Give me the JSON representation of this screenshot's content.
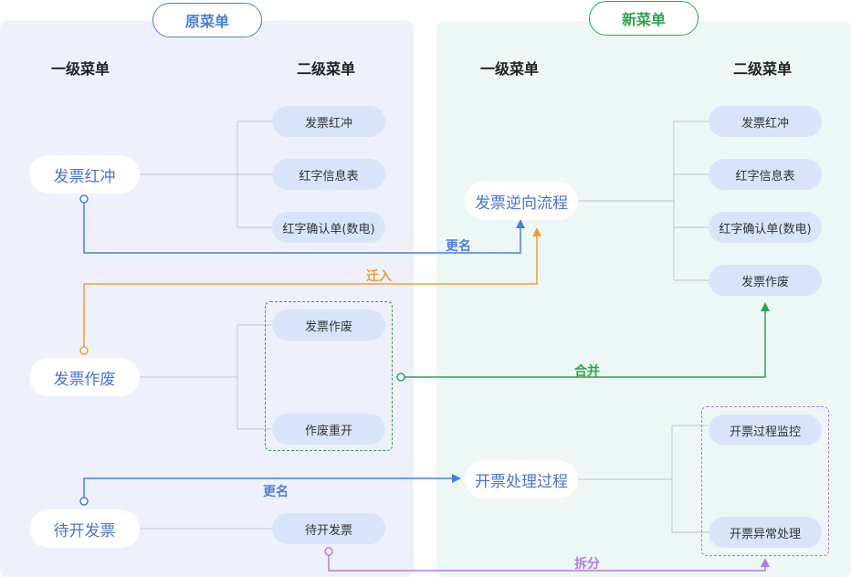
{
  "old_menu": {
    "title": "原菜单",
    "col_level1": "一级菜单",
    "col_level2": "二级菜单",
    "groups": [
      {
        "name": "发票红冲",
        "children": [
          "发票红冲",
          "红字信息表",
          "红字确认单(数电)"
        ]
      },
      {
        "name": "发票作废",
        "children": [
          "发票作废",
          "作废重开"
        ]
      },
      {
        "name": "待开发票",
        "children": [
          "待开发票"
        ]
      }
    ]
  },
  "new_menu": {
    "title": "新菜单",
    "col_level1": "一级菜单",
    "col_level2": "二级菜单",
    "groups": [
      {
        "name": "发票逆向流程",
        "children": [
          "发票红冲",
          "红字信息表",
          "红字确认单(数电)",
          "发票作废"
        ]
      },
      {
        "name": "开票处理过程",
        "children": [
          "开票过程监控",
          "开票异常处理"
        ]
      }
    ]
  },
  "relations": {
    "rename_1": "更名",
    "move_in": "迁入",
    "merge": "合并",
    "rename_2": "更名",
    "split": "拆分"
  },
  "colors": {
    "blue": "#4a7de0",
    "orange": "#f0a030",
    "green": "#2fa34f",
    "purple": "#b07ae8",
    "connector": "#c5ccd8"
  }
}
